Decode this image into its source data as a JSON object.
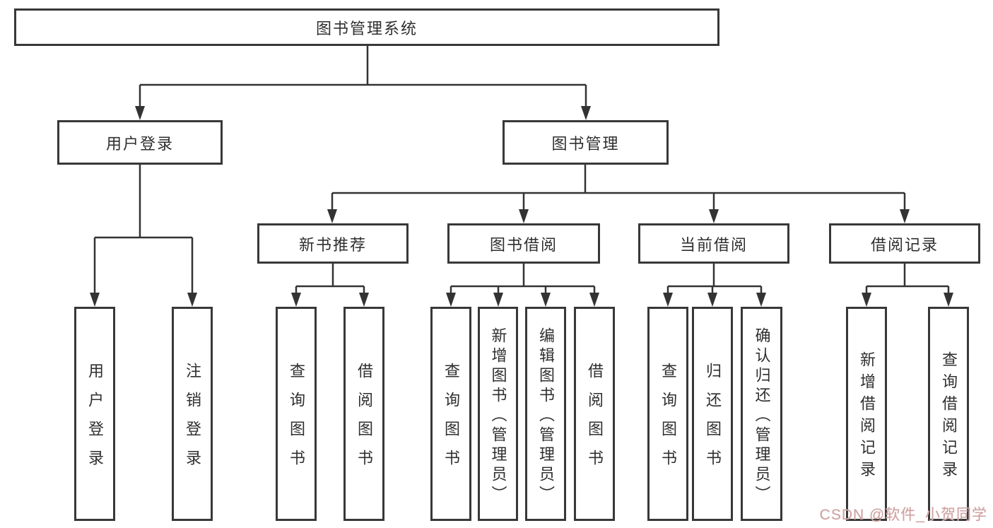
{
  "diagram": {
    "root_label": "图书管理系统",
    "branches": [
      {
        "label": "用户登录",
        "children": [
          "用户登录",
          "注销登录"
        ]
      },
      {
        "label": "图书管理",
        "children": [
          {
            "label": "新书推荐",
            "children": [
              "查询图书",
              "借阅图书"
            ]
          },
          {
            "label": "图书借阅",
            "children": [
              "查询图书",
              "新增图书（管理员）",
              "编辑图书（管理员）",
              "借阅图书"
            ]
          },
          {
            "label": "当前借阅",
            "children": [
              "查询图书",
              "归还图书",
              "确认归还（管理员）"
            ]
          },
          {
            "label": "借阅记录",
            "children": [
              "新增借阅记录",
              "查询借阅记录"
            ]
          }
        ]
      }
    ]
  },
  "watermark": {
    "text": "CSDN @软件_小贺同学"
  },
  "colors": {
    "line": "#333333",
    "box_border": "#383838",
    "text": "#2f2f2f",
    "watermark": "#cfa2a2",
    "background": "#ffffff"
  }
}
